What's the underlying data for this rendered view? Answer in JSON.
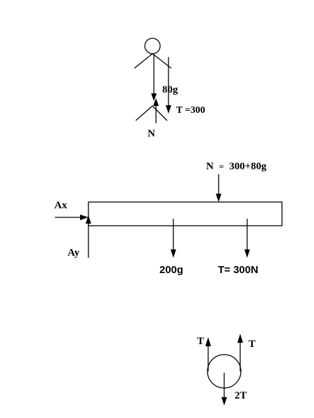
{
  "person": {
    "weight_label": "80g",
    "tension_label": "T =300",
    "normal_label": "N"
  },
  "beam": {
    "normal_label_n": "N",
    "normal_label_eq": "=",
    "normal_label_value": "300+80g",
    "ax_label": "Ax",
    "ay_label": "Ay",
    "weight_label": "200g",
    "tension_label": "T= 300N"
  },
  "pulley": {
    "left_label": "T",
    "right_label": "T",
    "down_label": "2T"
  },
  "colors": {
    "ink": "#000000",
    "background": "#ffffff"
  }
}
